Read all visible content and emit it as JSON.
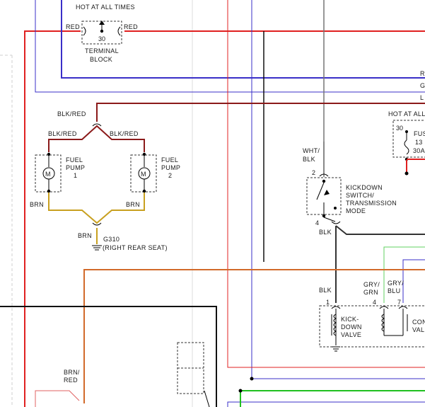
{
  "labels": {
    "hot_at_all_times": "HOT AT ALL TIMES",
    "red_left": "RED",
    "red_right": "RED",
    "terminal_pin": "30",
    "terminal_block_1": "TERMINAL",
    "terminal_block_2": "BLOCK",
    "blk_red_top": "BLK/RED",
    "blk_red_left": "BLK/RED",
    "blk_red_right": "BLK/RED",
    "fuel_pump_1_a": "FUEL",
    "fuel_pump_1_b": "PUMP",
    "fuel_pump_1_c": "1",
    "fuel_pump_2_a": "FUEL",
    "fuel_pump_2_b": "PUMP",
    "fuel_pump_2_c": "2",
    "brn_left": "BRN",
    "brn_right": "BRN",
    "brn_bottom": "BRN",
    "ground_1": "G310",
    "ground_2": "(RIGHT REAR SEAT)",
    "wht_blk_1": "WHT/",
    "wht_blk_2": "BLK",
    "kd_pin_2": "2",
    "kd_pin_4": "4",
    "kd_switch_1": "KICKDOWN",
    "kd_switch_2": "SWITCH/",
    "kd_switch_3": "TRANSMISSION",
    "kd_switch_4": "MODE",
    "blk_kd": "BLK",
    "hot_at_all_right": "HOT AT ALL",
    "fuse_pin_30": "30",
    "fuse_1": "FUS",
    "fuse_2": "13",
    "fuse_3": "30A",
    "blk_valve": "BLK",
    "gry_grn_1": "GRY/",
    "gry_grn_2": "GRN",
    "gry_blu_1": "GRY/",
    "gry_blu_2": "BLU",
    "valve_pin_1": "1",
    "valve_pin_4": "4",
    "valve_pin_7": "7",
    "kickdown_valve_1": "KICK-",
    "kickdown_valve_2": "DOWN",
    "kickdown_valve_3": "VALVE",
    "con_valve_1": "CON",
    "con_valve_2": "VAL",
    "brn_red_1": "BRN/",
    "brn_red_2": "RED",
    "edge_r": "R",
    "edge_g": "G",
    "edge_l": "L"
  },
  "colors": {
    "red": "#e02020",
    "blue": "#3a2fc8",
    "dark_red": "#8b1a1a",
    "brown_yellow": "#c8a020",
    "orange": "#d26a2a",
    "green": "#20c020",
    "light_green": "#60d060",
    "black": "#111111",
    "gray": "#777777",
    "pink": "#e06060"
  }
}
